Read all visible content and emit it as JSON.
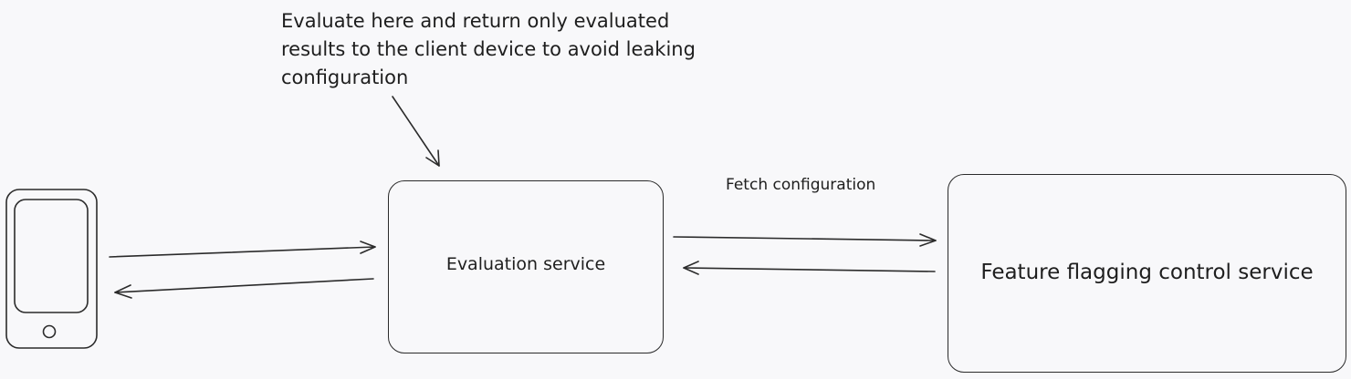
{
  "note": {
    "lines": [
      "Evaluate here and return only evaluated",
      "results to the client device to avoid leaking",
      "configuration"
    ]
  },
  "nodes": {
    "client_device": {
      "kind": "phone"
    },
    "evaluation_service": {
      "label": "Evaluation service"
    },
    "control_service": {
      "label": "Feature flagging control service"
    }
  },
  "edges": {
    "fetch_label": "Fetch configuration"
  },
  "colors": {
    "stroke": "#2b2b2b",
    "background": "#f8f8fa"
  }
}
